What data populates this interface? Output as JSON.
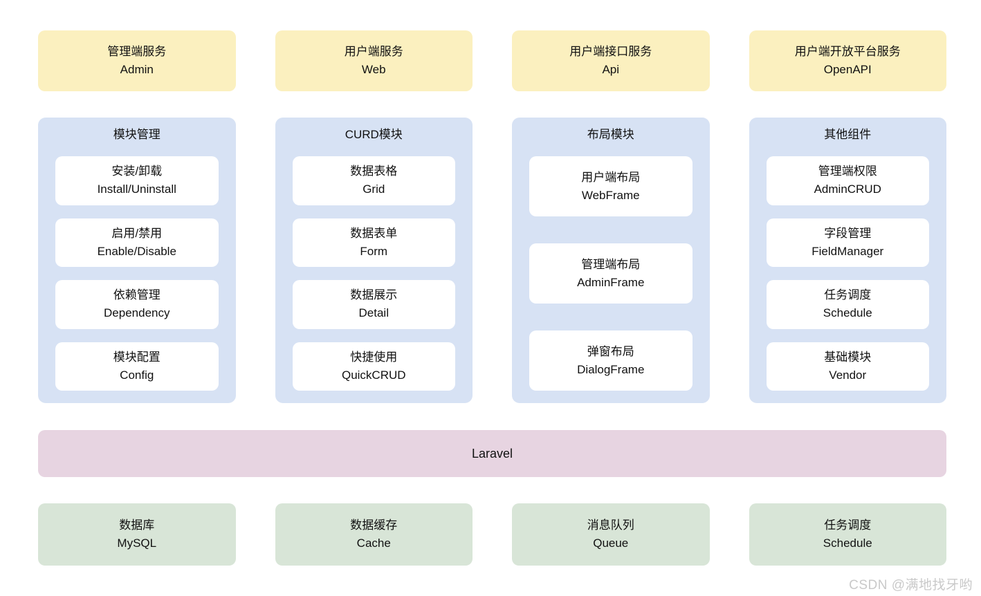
{
  "colors": {
    "services_bg": "#fbf0bf",
    "module_panel_bg": "#d7e2f4",
    "card_bg": "#ffffff",
    "framework_bg": "#e7d4e1",
    "infrastructure_bg": "#d8e5d7",
    "text": "#111111",
    "watermark": "#c9c9c9"
  },
  "top_services": [
    {
      "title": "管理端服务",
      "subtitle": "Admin"
    },
    {
      "title": "用户端服务",
      "subtitle": "Web"
    },
    {
      "title": "用户端接口服务",
      "subtitle": "Api"
    },
    {
      "title": "用户端开放平台服务",
      "subtitle": "OpenAPI"
    }
  ],
  "modules": [
    {
      "title": "模块管理",
      "items": [
        {
          "zh": "安装/卸载",
          "en": "Install/Uninstall"
        },
        {
          "zh": "启用/禁用",
          "en": "Enable/Disable"
        },
        {
          "zh": "依赖管理",
          "en": "Dependency"
        },
        {
          "zh": "模块配置",
          "en": "Config"
        }
      ]
    },
    {
      "title": "CURD模块",
      "items": [
        {
          "zh": "数据表格",
          "en": "Grid"
        },
        {
          "zh": "数据表单",
          "en": "Form"
        },
        {
          "zh": "数据展示",
          "en": "Detail"
        },
        {
          "zh": "快捷使用",
          "en": "QuickCRUD"
        }
      ]
    },
    {
      "title": "布局模块",
      "items": [
        {
          "zh": "用户端布局",
          "en": "WebFrame"
        },
        {
          "zh": "管理端布局",
          "en": "AdminFrame"
        },
        {
          "zh": "弹窗布局",
          "en": "DialogFrame"
        }
      ]
    },
    {
      "title": "其他组件",
      "items": [
        {
          "zh": "管理端权限",
          "en": "AdminCRUD"
        },
        {
          "zh": "字段管理",
          "en": "FieldManager"
        },
        {
          "zh": "任务调度",
          "en": "Schedule"
        },
        {
          "zh": "基础模块",
          "en": "Vendor"
        }
      ]
    }
  ],
  "framework": {
    "label": "Laravel"
  },
  "infrastructure": [
    {
      "title": "数据库",
      "subtitle": "MySQL"
    },
    {
      "title": "数据缓存",
      "subtitle": "Cache"
    },
    {
      "title": "消息队列",
      "subtitle": "Queue"
    },
    {
      "title": "任务调度",
      "subtitle": "Schedule"
    }
  ],
  "watermark": {
    "text": "CSDN @满地找牙哟"
  }
}
